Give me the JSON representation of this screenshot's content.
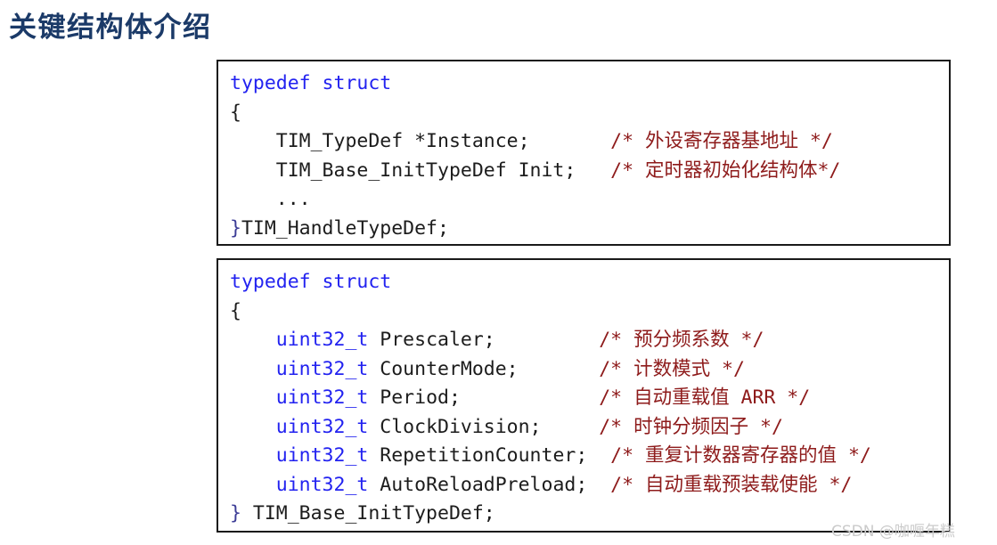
{
  "page": {
    "title": "关键结构体介绍",
    "watermark": "CSDN @咖喱年糕"
  },
  "colors": {
    "title": "#1b3a68",
    "keyword": "#2222f0",
    "plain": "#1c1c1c",
    "comment": "#8e1b1b",
    "brace": "#3c3c96",
    "border": "#1a1a1a",
    "watermark": "#cbcbcb",
    "background": "#ffffff"
  },
  "code_blocks": [
    {
      "name": "TIM_HandleTypeDef struct definition",
      "lines": [
        [
          {
            "t": "typedef struct",
            "c": "keyword"
          }
        ],
        [
          {
            "t": "{",
            "c": "plain"
          }
        ],
        [
          {
            "t": "    TIM_TypeDef *Instance;       ",
            "c": "plain"
          },
          {
            "t": "/* 外设寄存器基地址 */",
            "c": "comment"
          }
        ],
        [
          {
            "t": "    TIM_Base_InitTypeDef Init;   ",
            "c": "plain"
          },
          {
            "t": "/* 定时器初始化结构体*/",
            "c": "comment"
          }
        ],
        [
          {
            "t": "    ...",
            "c": "plain"
          }
        ],
        [
          {
            "t": "}",
            "c": "brace"
          },
          {
            "t": "TIM_HandleTypeDef;",
            "c": "plain"
          }
        ]
      ]
    },
    {
      "name": "TIM_Base_InitTypeDef struct definition",
      "lines": [
        [
          {
            "t": "typedef struct",
            "c": "keyword"
          }
        ],
        [
          {
            "t": "{",
            "c": "plain"
          }
        ],
        [
          {
            "t": "    ",
            "c": "plain"
          },
          {
            "t": "uint32_t",
            "c": "keyword"
          },
          {
            "t": " Prescaler;         ",
            "c": "plain"
          },
          {
            "t": "/* 预分频系数 */",
            "c": "comment"
          }
        ],
        [
          {
            "t": "    ",
            "c": "plain"
          },
          {
            "t": "uint32_t",
            "c": "keyword"
          },
          {
            "t": " CounterMode;       ",
            "c": "plain"
          },
          {
            "t": "/* 计数模式 */",
            "c": "comment"
          }
        ],
        [
          {
            "t": "    ",
            "c": "plain"
          },
          {
            "t": "uint32_t",
            "c": "keyword"
          },
          {
            "t": " Period;            ",
            "c": "plain"
          },
          {
            "t": "/* 自动重载值 ARR */",
            "c": "comment"
          }
        ],
        [
          {
            "t": "    ",
            "c": "plain"
          },
          {
            "t": "uint32_t",
            "c": "keyword"
          },
          {
            "t": " ClockDivision;     ",
            "c": "plain"
          },
          {
            "t": "/* 时钟分频因子 */",
            "c": "comment"
          }
        ],
        [
          {
            "t": "    ",
            "c": "plain"
          },
          {
            "t": "uint32_t",
            "c": "keyword"
          },
          {
            "t": " RepetitionCounter;  ",
            "c": "plain"
          },
          {
            "t": "/* 重复计数器寄存器的值 */",
            "c": "comment"
          }
        ],
        [
          {
            "t": "    ",
            "c": "plain"
          },
          {
            "t": "uint32_t",
            "c": "keyword"
          },
          {
            "t": " AutoReloadPreload;  ",
            "c": "plain"
          },
          {
            "t": "/* 自动重载预装载使能 */",
            "c": "comment"
          }
        ],
        [
          {
            "t": "}",
            "c": "brace"
          },
          {
            "t": " TIM_Base_InitTypeDef;",
            "c": "plain"
          }
        ]
      ]
    }
  ]
}
